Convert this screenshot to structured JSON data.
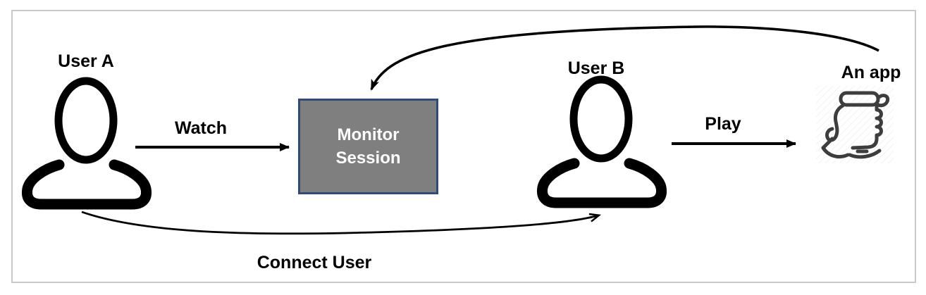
{
  "canvas": {
    "background": "#ffffff",
    "frame_border_color": "#c9c9c9"
  },
  "line_color": "#000000",
  "nodes": {
    "user_a": {
      "label": "User A",
      "icon": "person-icon"
    },
    "user_b": {
      "label": "User B",
      "icon": "person-icon"
    },
    "monitor_session": {
      "line1": "Monitor",
      "line2": "Session",
      "fill_color": "#7f7f7f",
      "border_color": "#2f4a7d",
      "text_color": "#ffffff"
    },
    "an_app": {
      "label": "An app",
      "icon": "phone-in-hand-icon",
      "icon_color": "#3d3d3d"
    }
  },
  "edges": {
    "watch": {
      "label": "Watch",
      "from": "User A",
      "to": "Monitor Session"
    },
    "play": {
      "label": "Play",
      "from": "User B",
      "to": "An app"
    },
    "connect_user": {
      "label": "Connect User",
      "from": "User A",
      "to": "User B"
    },
    "app_to_monitor": {
      "from": "An app",
      "to": "Monitor Session"
    }
  }
}
